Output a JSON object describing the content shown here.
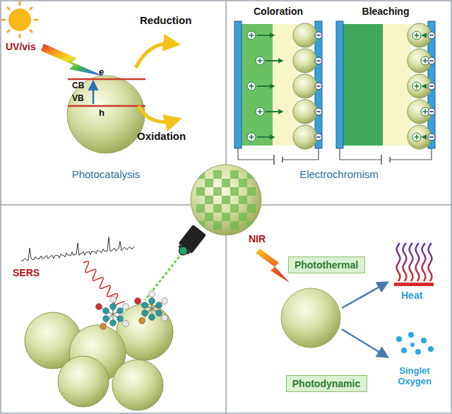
{
  "diagram": {
    "nodes": [
      {
        "text": [
          "Photothermal"
        ]
      },
      {
        "text": [
          "Photodynamic"
        ]
      }
    ],
    "labels": [
      "UV/vis",
      "Reduction",
      "e",
      "CB",
      "VB",
      "h",
      "Oxidation",
      "Photocatalysis",
      "Coloration",
      "Bleaching",
      "Electrochromism",
      "SERS",
      "NIR",
      "Heat",
      "Singlet Oxygen"
    ]
  }
}
